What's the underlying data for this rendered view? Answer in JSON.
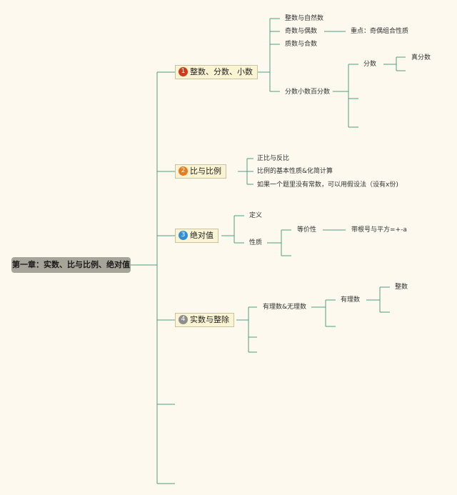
{
  "root": "第一章：实数、比与比例、绝对值",
  "topics": [
    {
      "badge": "1",
      "label": "整数、分数、小数",
      "badge_color": "#d23a1c"
    },
    {
      "badge": "2",
      "label": "比与比例",
      "badge_color": "#e87b1e"
    },
    {
      "badge": "3",
      "label": "绝对值",
      "badge_color": "#2f8fd6"
    },
    {
      "badge": "4",
      "label": "实数与整除",
      "badge_color": "#8e8e8e"
    }
  ],
  "t1": {
    "integers_naturals": "整数与自然数",
    "odd_even": "奇数与偶数",
    "odd_even_note": "重点：奇偶组合性质",
    "prime_composite": "质数与合数",
    "frac_dec_pct": "分数小数百分数",
    "fraction": "分数",
    "proper_fraction": "真分数"
  },
  "t2": {
    "direct_inverse": "正比与反比",
    "ratio_props": "比例的基本性质&化简计算",
    "assume_method": "如果一个题里没有常数，可以用假设法（设有x份)"
  },
  "t3": {
    "definition": "定义",
    "property": "性质",
    "equivalence": "等价性",
    "sqrt_square": "带根号与平方=+-a"
  },
  "t4": {
    "rational_irrational": "有理数&无理数",
    "rational": "有理数",
    "integer": "整数"
  },
  "colors": {
    "line": "#4f9d80",
    "background": "#fdf9ee"
  }
}
